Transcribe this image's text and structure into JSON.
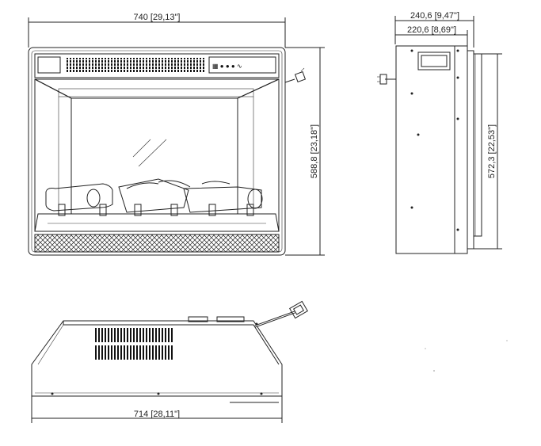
{
  "front_view": {
    "width_label": "740 [29,13\"]",
    "height_label": "588,8 [23,18\"]"
  },
  "side_view": {
    "depth_outer_label": "240,6 [9,47\"]",
    "depth_inner_label": "220,6 [8,69\"]",
    "height_label": "572,3 [22,53\"]"
  },
  "top_view": {
    "width_label": "714 [28,11\"]"
  },
  "colors": {
    "line": "#222222",
    "background": "#ffffff"
  }
}
